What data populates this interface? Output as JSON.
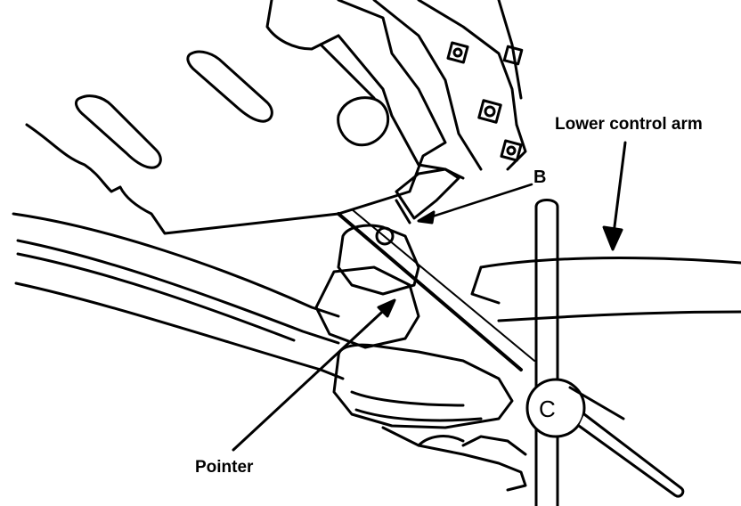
{
  "labels": {
    "lower_control_arm": "Lower control arm",
    "pointer": "Pointer",
    "point_b": "B",
    "point_c": "C"
  },
  "colors": {
    "ink": "#000000",
    "paper": "#ffffff"
  }
}
